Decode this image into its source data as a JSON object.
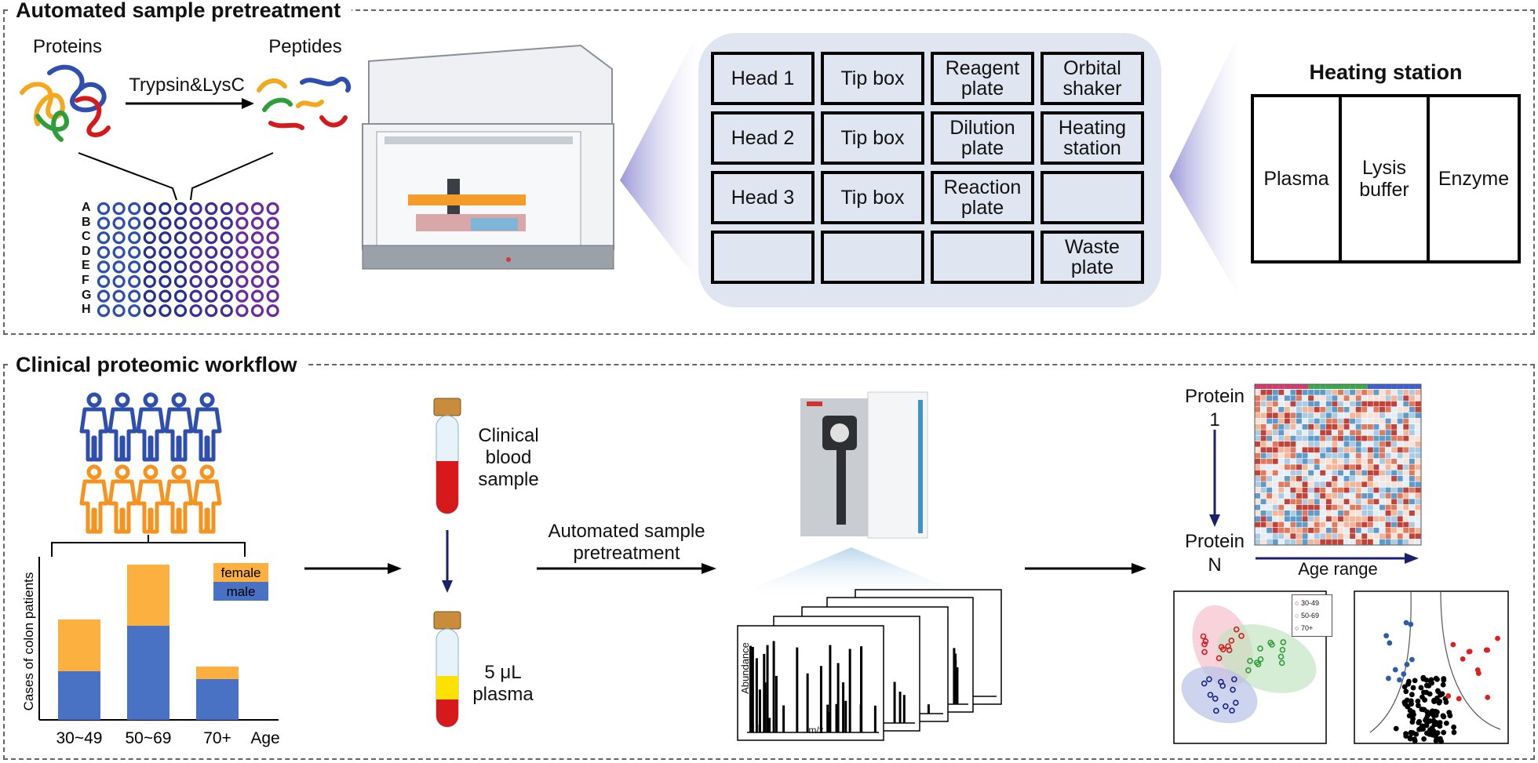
{
  "top_panel": {
    "title": "Automated sample pretreatment",
    "proteins_label": "Proteins",
    "peptides_label": "Peptides",
    "enzyme_label": "Trypsin&LysC",
    "plate_rows": [
      "A",
      "B",
      "C",
      "D",
      "E",
      "F",
      "G",
      "H"
    ],
    "deck": [
      [
        "Head 1",
        "Tip box",
        "Reagent plate",
        "Orbital shaker"
      ],
      [
        "Head 2",
        "Tip box",
        "Dilution plate",
        "Heating station"
      ],
      [
        "Head 3",
        "Tip box",
        "Reaction plate",
        ""
      ],
      [
        "",
        "",
        "",
        "Waste plate"
      ]
    ],
    "heating": {
      "title": "Heating station",
      "slots": [
        "Plasma",
        "Lysis buffer",
        "Enzyme"
      ]
    }
  },
  "bottom_panel": {
    "title": "Clinical proteomic workflow",
    "blood_label": "Clinical blood sample",
    "plasma_label": "5 μL plasma",
    "arrow_label": "Automated sample pretreatment",
    "protein_top": "Protein 1",
    "protein_bottom": "Protein N",
    "age_range_label": "Age range",
    "spectra_xlabel": "m/z",
    "spectra_ylabel": "Abundance",
    "pca_legend": [
      "30-49",
      "50-69",
      "70+"
    ]
  },
  "chart_data": {
    "type": "bar",
    "stacked": true,
    "categories": [
      "30~49",
      "50~69",
      "70+"
    ],
    "xlabel": "Age",
    "ylabel": "Cases of colon patients",
    "series": [
      {
        "name": "male",
        "values": [
          31,
          60,
          26
        ]
      },
      {
        "name": "female",
        "values": [
          33,
          39,
          8
        ]
      }
    ],
    "ylim": [
      0,
      100
    ],
    "legend_position": "top-right",
    "colors": {
      "male": "#4a72c4",
      "female": "#fbb040"
    }
  },
  "colors": {
    "accent_blue": "#2f4fb0",
    "accent_orange": "#f6921e",
    "deck_fill": "#dfe6f2"
  }
}
